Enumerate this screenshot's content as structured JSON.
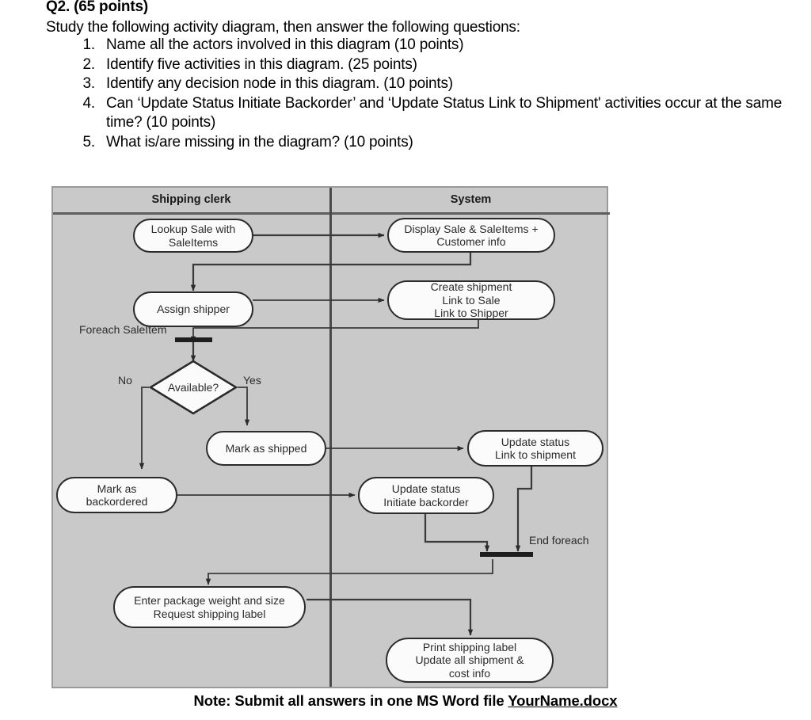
{
  "question": {
    "title": "Q2. (65 points)",
    "intro": "Study the following activity diagram, then answer the following questions:",
    "items": [
      {
        "num": "1.",
        "text": "Name all the actors involved in this diagram (10 points)"
      },
      {
        "num": "2.",
        "text": "Identify five activities in this diagram. (25 points)"
      },
      {
        "num": "3.",
        "text": "Identify any decision node in this diagram. (10 points)"
      },
      {
        "num": "4.",
        "text": "Can ‘Update Status Initiate Backorder’ and ‘Update Status Link to Shipment' activities occur at the same time? (10 points)"
      },
      {
        "num": "5.",
        "text": "What is/are missing in the diagram? (10 points)"
      }
    ]
  },
  "diagram": {
    "type": "uml-activity-diagram-swimlanes",
    "lanes": [
      {
        "id": "clerk",
        "title": "Shipping clerk"
      },
      {
        "id": "system",
        "title": "System"
      }
    ],
    "nodes": [
      {
        "id": "lookup-sale",
        "lane": "clerk",
        "shape": "rounded-activity",
        "label": "Lookup Sale with\nSaleItems"
      },
      {
        "id": "display-sale",
        "lane": "system",
        "shape": "rounded-activity",
        "label": "Display Sale & SaleItems +\nCustomer info"
      },
      {
        "id": "assign-shipper",
        "lane": "clerk",
        "shape": "rounded-activity",
        "label": "Assign shipper"
      },
      {
        "id": "create-shipment",
        "lane": "system",
        "shape": "rounded-activity",
        "label": "Create shipment\nLink to Sale\nLink to Shipper"
      },
      {
        "id": "available-decision",
        "lane": "clerk",
        "shape": "diamond",
        "label": "Available?"
      },
      {
        "id": "mark-as-shipped",
        "lane": "clerk",
        "shape": "rounded-activity",
        "label": "Mark as shipped"
      },
      {
        "id": "update-status-link",
        "lane": "system",
        "shape": "rounded-activity",
        "label": "Update status\nLink to shipment"
      },
      {
        "id": "mark-as-backordered",
        "lane": "clerk",
        "shape": "rounded-activity",
        "label": "Mark as\nbackordered"
      },
      {
        "id": "update-status-backorder",
        "lane": "system",
        "shape": "rounded-activity",
        "label": "Update status\nInitiate backorder"
      },
      {
        "id": "enter-package",
        "lane": "clerk",
        "shape": "rounded-activity",
        "label": "Enter package weight and size\nRequest shipping label"
      },
      {
        "id": "print-shipping-label",
        "lane": "system",
        "shape": "rounded-activity",
        "label": "Print shipping label\nUpdate all shipment &\ncost info"
      }
    ],
    "bars": [
      {
        "id": "fork-bar",
        "kind": "fork"
      },
      {
        "id": "join-bar",
        "kind": "join"
      }
    ],
    "labels": [
      {
        "id": "foreach-label",
        "text": "Foreach SaleItem"
      },
      {
        "id": "end-foreach-label",
        "text": "End foreach"
      },
      {
        "id": "guard-no",
        "text": "No"
      },
      {
        "id": "guard-yes",
        "text": "Yes"
      }
    ],
    "colors": {
      "lane_background": "#c9c9c9",
      "node_fill": "#fbfbfb",
      "node_border": "#2b2b2b",
      "frame_border": "#9a9a9a",
      "connector": "#3a3a3a"
    }
  },
  "note": {
    "prefix": "Note: Submit all answers in one MS Word file ",
    "filename": "YourName.docx"
  }
}
